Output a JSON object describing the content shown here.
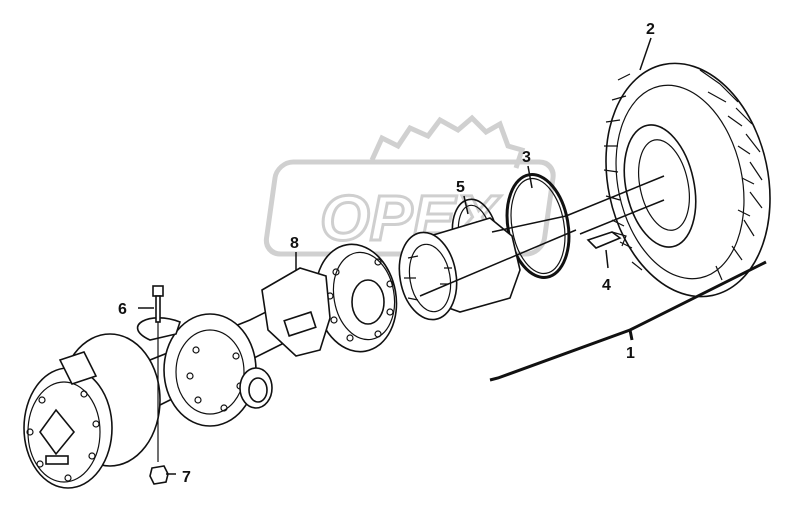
{
  "watermark": {
    "text": "OPEX",
    "color": "#cfcfcf"
  },
  "callouts": {
    "c1": "1",
    "c2": "2",
    "c3": "3",
    "c4": "4",
    "c5": "5",
    "c6": "6",
    "c7": "7",
    "c8": "8"
  }
}
